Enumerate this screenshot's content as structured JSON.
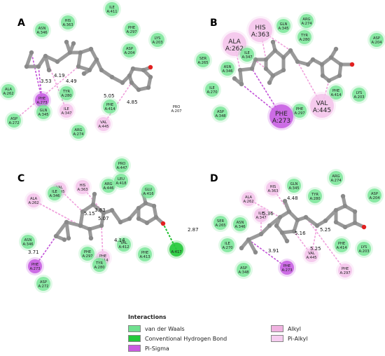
{
  "panels": [
    {
      "label": "A",
      "residues": [
        {
          "name": "ILE",
          "num": "A:411",
          "type": "vdw"
        },
        {
          "name": "ASN",
          "num": "A:346",
          "type": "vdw"
        },
        {
          "name": "HIS",
          "num": "A:363",
          "type": "vdw"
        },
        {
          "name": "PHE",
          "num": "A:297",
          "type": "vdw"
        },
        {
          "name": "LYS",
          "num": "A:203",
          "type": "vdw"
        },
        {
          "name": "ASP",
          "num": "A:204",
          "type": "vdw"
        },
        {
          "name": "ALA",
          "num": "A:262",
          "type": "vdw"
        },
        {
          "name": "PHE",
          "num": "A:273",
          "type": "pisigma"
        },
        {
          "name": "TYR",
          "num": "A:280",
          "type": "vdw"
        },
        {
          "name": "GLN",
          "num": "A:345",
          "type": "vdw"
        },
        {
          "name": "ILE",
          "num": "A:347",
          "type": "alkyl"
        },
        {
          "name": "ASP",
          "num": "A:272",
          "type": "vdw"
        },
        {
          "name": "PHE",
          "num": "A:414",
          "type": "vdw"
        },
        {
          "name": "VAL",
          "num": "A:445",
          "type": "alkyl"
        },
        {
          "name": "ARG",
          "num": "A:274",
          "type": "vdw"
        },
        {
          "name": "PRO",
          "num": "A:207",
          "type": "none"
        }
      ],
      "distances": [
        "3.53",
        "4.19",
        "4.49",
        "5.05",
        "4.85"
      ]
    },
    {
      "label": "B",
      "residues": [
        {
          "name": "HIS",
          "num": "A:363",
          "type": "alkyl"
        },
        {
          "name": "GLN",
          "num": "A:345",
          "type": "vdw"
        },
        {
          "name": "ARG",
          "num": "A:274",
          "type": "vdw"
        },
        {
          "name": "ALA",
          "num": "A:262",
          "type": "alkyl"
        },
        {
          "name": "TYR",
          "num": "A:280",
          "type": "vdw"
        },
        {
          "name": "ASP",
          "num": "A:204",
          "type": "vdw"
        },
        {
          "name": "SER",
          "num": "A:265",
          "type": "vdw"
        },
        {
          "name": "ILE",
          "num": "A:347",
          "type": "vdw"
        },
        {
          "name": "ASN",
          "num": "A:346",
          "type": "vdw"
        },
        {
          "name": "ILE",
          "num": "A:270",
          "type": "vdw"
        },
        {
          "name": "PHE",
          "num": "A:414",
          "type": "vdw"
        },
        {
          "name": "LYS",
          "num": "A:203",
          "type": "vdw"
        },
        {
          "name": "VAL",
          "num": "A:445",
          "type": "alkyl"
        },
        {
          "name": "PHE",
          "num": "A:297",
          "type": "vdw"
        },
        {
          "name": "PHE",
          "num": "A:273",
          "type": "pisigma"
        },
        {
          "name": "ASP",
          "num": "A:348",
          "type": "vdw"
        }
      ],
      "distances": []
    },
    {
      "label": "C",
      "residues": [
        {
          "name": "PRO",
          "num": "A:447",
          "type": "vdw"
        },
        {
          "name": "VAL",
          "num": "A:445",
          "type": "alkyl"
        },
        {
          "name": "HIS",
          "num": "A:363",
          "type": "alkyl"
        },
        {
          "name": "ARG",
          "num": "A:446",
          "type": "vdw"
        },
        {
          "name": "LEU",
          "num": "A:418",
          "type": "vdw"
        },
        {
          "name": "GLU",
          "num": "A:416",
          "type": "vdw"
        },
        {
          "name": "ALA",
          "num": "A:262",
          "type": "alkyl"
        },
        {
          "name": "ILE",
          "num": "A:346",
          "type": "vdw"
        },
        {
          "name": "ASN",
          "num": "A:346",
          "type": "vdw"
        },
        {
          "name": "VAL",
          "num": "A:412",
          "type": "vdw"
        },
        {
          "name": "PHE",
          "num": "A:297",
          "type": "vdw"
        },
        {
          "name": "PHE",
          "num": "A:414",
          "type": "alkyl"
        },
        {
          "name": "PHE",
          "num": "A:413",
          "type": "vdw"
        },
        {
          "name": "TYR",
          "num": "A:280",
          "type": "vdw"
        },
        {
          "name": "PHE",
          "num": "A:273",
          "type": "pisigma"
        },
        {
          "name": "ASP",
          "num": "A:272",
          "type": "vdw"
        },
        {
          "name": "",
          "num": "A:417",
          "type": "hbond"
        }
      ],
      "distances": [
        "5.15",
        "3.83",
        "5.07",
        "2.87",
        "4.14",
        "3.71"
      ]
    },
    {
      "label": "D",
      "residues": [
        {
          "name": "HIS",
          "num": "A:363",
          "type": "alkyl"
        },
        {
          "name": "GLN",
          "num": "A:345",
          "type": "vdw"
        },
        {
          "name": "ARG",
          "num": "A:274",
          "type": "vdw"
        },
        {
          "name": "ALA",
          "num": "A:262",
          "type": "alkyl"
        },
        {
          "name": "TYR",
          "num": "A:280",
          "type": "vdw"
        },
        {
          "name": "ASP",
          "num": "A:204",
          "type": "vdw"
        },
        {
          "name": "SER",
          "num": "A:265",
          "type": "vdw"
        },
        {
          "name": "ASN",
          "num": "A:346",
          "type": "vdw"
        },
        {
          "name": "ILE",
          "num": "A:347",
          "type": "alkyl"
        },
        {
          "name": "ILE",
          "num": "A:270",
          "type": "vdw"
        },
        {
          "name": "PHE",
          "num": "A:414",
          "type": "vdw"
        },
        {
          "name": "LYS",
          "num": "A:203",
          "type": "vdw"
        },
        {
          "name": "VAL",
          "num": "A:445",
          "type": "alkyl"
        },
        {
          "name": "PHE",
          "num": "A:273",
          "type": "pisigma"
        },
        {
          "name": "ASP",
          "num": "A:348",
          "type": "vdw"
        },
        {
          "name": "PHE",
          "num": "A:297",
          "type": "alkyl"
        }
      ],
      "distances": [
        "4.48",
        "5.36",
        "5.16",
        "5.25",
        "5.25",
        "3.91"
      ]
    }
  ],
  "legend": {
    "title": "Interactions",
    "items": [
      {
        "label": "van der Waals",
        "color": "#6fe08f"
      },
      {
        "label": "Conventional Hydrogen Bond",
        "color": "#22c93a"
      },
      {
        "label": "Pi-Sigma",
        "color": "#c95be0"
      },
      {
        "label": "Alkyl",
        "color": "#f0b2e0"
      },
      {
        "label": "Pi-Alkyl",
        "color": "#f6cdf0"
      }
    ]
  },
  "colors": {
    "vdw": "#7fe79c",
    "hbond": "#23c93b",
    "pisigma": "#c861e2",
    "alkyl": "#f3c3ea",
    "none": "#ffffff",
    "atom": "#8c8c8c",
    "oxygen": "#e22020"
  }
}
